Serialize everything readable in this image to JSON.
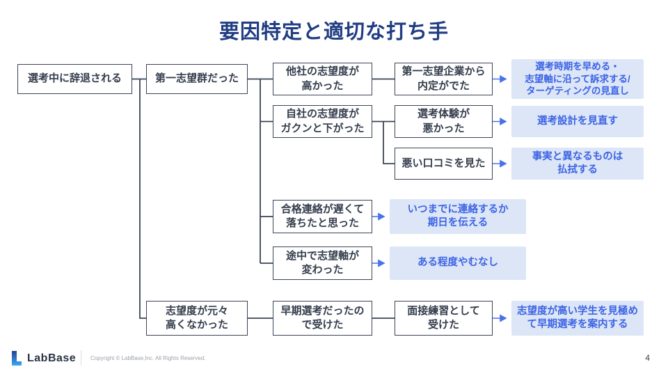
{
  "slide": {
    "title": "要因特定と適切な打ち手",
    "page_number": "4"
  },
  "colors": {
    "title_text": "#203c82",
    "node_border": "#3a4354",
    "node_text": "#333c4b",
    "action_bg": "#dce6f7",
    "action_text": "#3c63e4",
    "arrow": "#4a72e8",
    "logo_gradient_top": "#2a3f93",
    "logo_gradient_bottom": "#38a9f5"
  },
  "diagram": {
    "root": {
      "label": "選考中に辞退される"
    },
    "level2": [
      {
        "label": "第一志望群だった"
      },
      {
        "label": "志望度が元々\n高くなかった"
      }
    ],
    "causes": [
      {
        "label": "他社の志望度が\n高かった"
      },
      {
        "label": "自社の志望度が\nガクンと下がった"
      },
      {
        "label": "合格連絡が遅くて\n落ちたと思った"
      },
      {
        "label": "途中で志望軸が\n変わった"
      },
      {
        "label": "早期選考だったの\nで受けた"
      }
    ],
    "subcauses": [
      {
        "label": "第一志望企業から\n内定がでた"
      },
      {
        "label": "選考体験が\n悪かった"
      },
      {
        "label": "悪い口コミを見た"
      },
      {
        "label": "面接練習として\n受けた"
      }
    ],
    "actions": [
      {
        "label": "選考時期を早める・\n志望軸に沿って訴求する/\nターゲティングの見直し"
      },
      {
        "label": "選考設計を見直す"
      },
      {
        "label": "事実と異なるものは\n払拭する"
      },
      {
        "label": "いつまでに連絡するか\n期日を伝える"
      },
      {
        "label": "ある程度やむなし"
      },
      {
        "label": "志望度が高い学生を見極め\nて早期選考を案内する"
      }
    ]
  },
  "footer": {
    "logo_text": "LabBase",
    "copyright": "Copyright ©  LabBase,Inc. All Rights Reserved."
  }
}
